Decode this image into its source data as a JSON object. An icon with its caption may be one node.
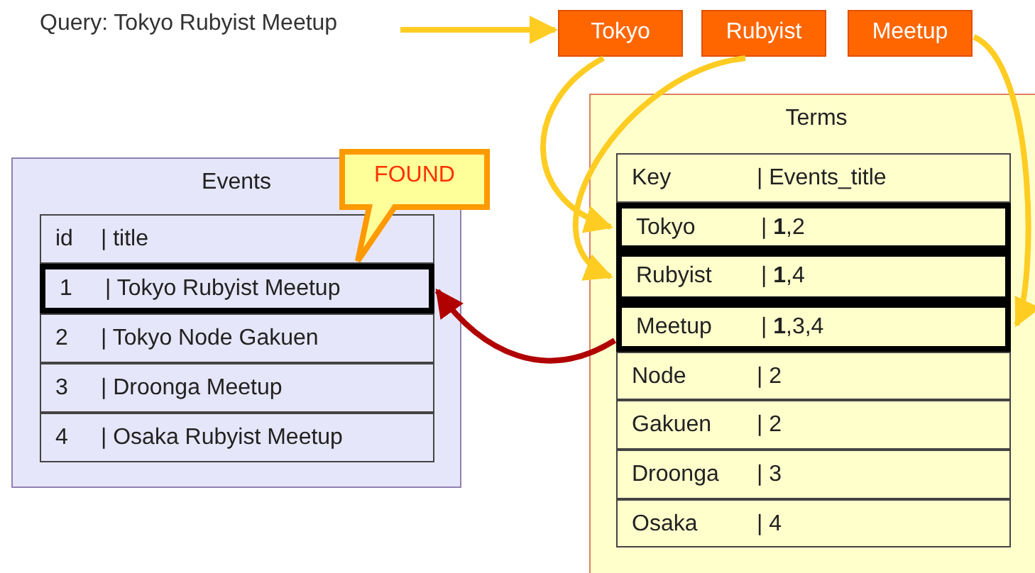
{
  "diagram": {
    "nodes": [
      {
        "text": [
          "Query: Tokyo Rubyist Meetup"
        ]
      },
      {
        "text": [
          "Tokyo"
        ]
      },
      {
        "text": [
          "Rubyist"
        ]
      },
      {
        "text": [
          "Meetup"
        ]
      },
      {
        "text": [
          "Terms"
        ]
      },
      {
        "text": [
          "Key",
          "| Events_title"
        ],
        "in": 4
      },
      {
        "text": [
          "Tokyo",
          "| **1**,2"
        ],
        "in": 4
      },
      {
        "text": [
          "Rubyist",
          "| **1**,4"
        ],
        "in": 4
      },
      {
        "text": [
          "Meetup",
          "| **1**,3,4"
        ],
        "in": 4
      },
      {
        "text": [
          "Node",
          "| 2"
        ],
        "in": 4
      },
      {
        "text": [
          "Gakuen",
          "| 2"
        ],
        "in": 4
      },
      {
        "text": [
          "Droonga",
          "| 3"
        ],
        "in": 4
      },
      {
        "text": [
          "Osaka",
          "| 4"
        ],
        "in": 4
      },
      {
        "text": [
          "Events"
        ]
      },
      {
        "text": [
          "id",
          "| title"
        ],
        "in": 13
      },
      {
        "text": [
          "1",
          "| Tokyo Rubyist Meetup"
        ],
        "in": 13
      },
      {
        "text": [
          "2",
          "| Tokyo Node Gakuen"
        ],
        "in": 13
      },
      {
        "text": [
          "3",
          "| Droonga Meetup"
        ],
        "in": 13
      },
      {
        "text": [
          "4",
          "| Osaka Rubyist Meetup"
        ],
        "in": 13
      },
      {
        "text": [
          "FOUND"
        ]
      }
    ],
    "edges": [
      {
        "from": 0,
        "to": 1,
        "arrow": "to"
      },
      {
        "from": 1,
        "to": 6,
        "arrow": "to"
      },
      {
        "from": 2,
        "to": 7,
        "arrow": "to"
      },
      {
        "from": 3,
        "to": 8,
        "arrow": "to"
      },
      {
        "from": 8,
        "to": 15,
        "arrow": "to",
        "color": "#b00000"
      }
    ]
  }
}
